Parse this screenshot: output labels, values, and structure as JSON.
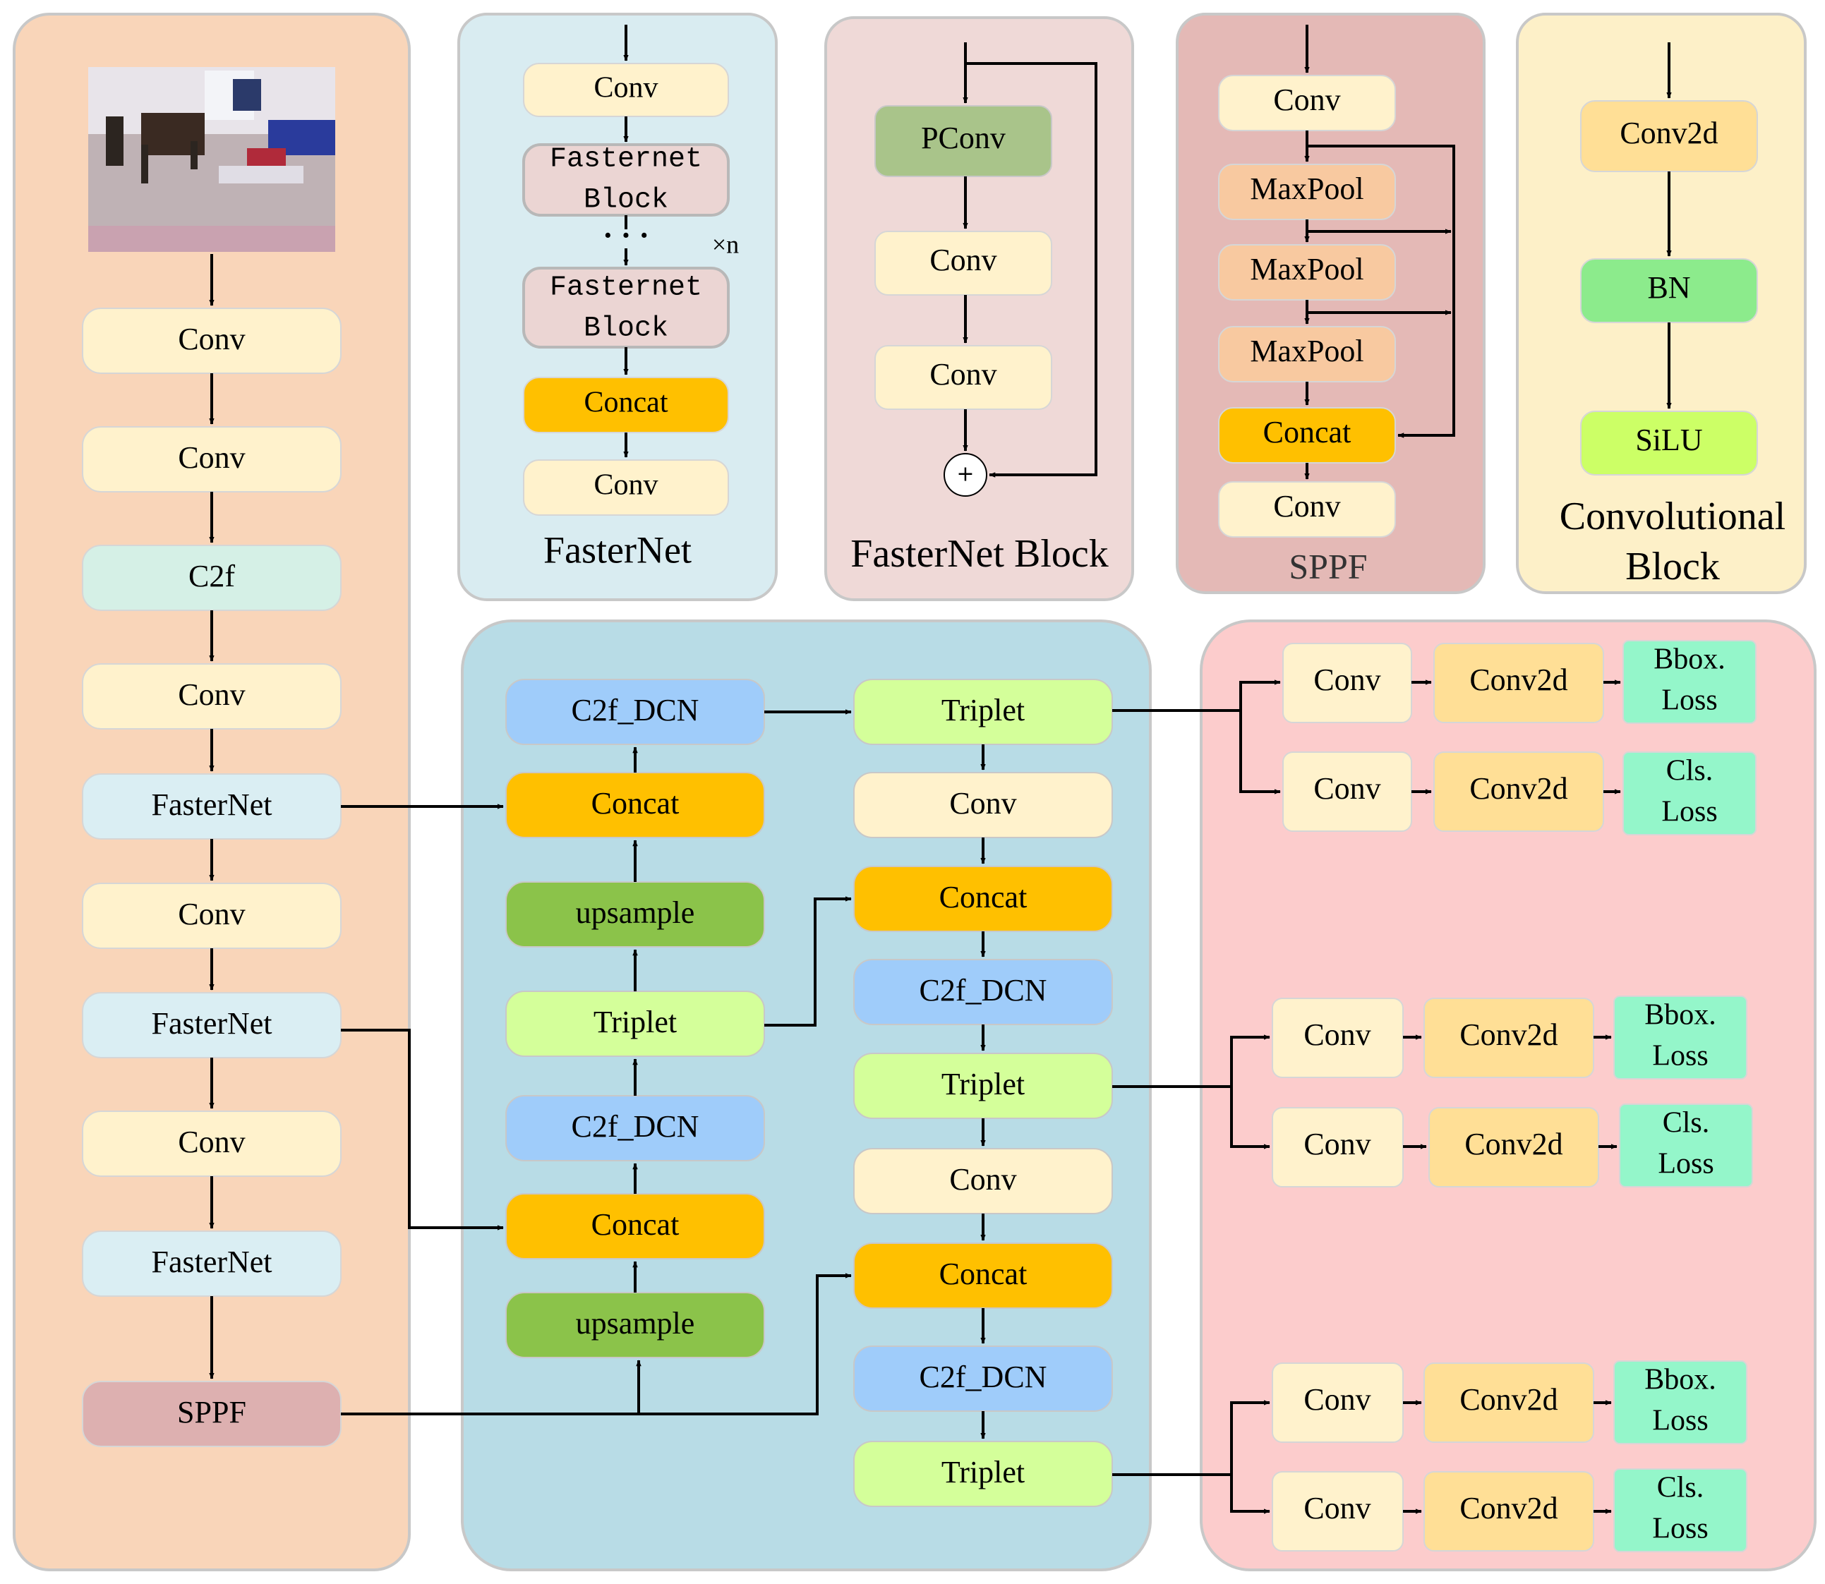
{
  "panels": {
    "backbone": {
      "title": ""
    },
    "fasternet": {
      "title": "FasterNet"
    },
    "fasternet_block": {
      "title": "FasterNet Block"
    },
    "sppf": {
      "title": "SPPF"
    },
    "conv_block": {
      "title_line1": "Convolutional",
      "title_line2": "Block"
    },
    "neck": {
      "title": ""
    },
    "head": {
      "title": ""
    }
  },
  "backbone": {
    "image_alt": "input image: indoor room with a person on the floor",
    "nodes": [
      "Conv",
      "Conv",
      "C2f",
      "Conv",
      "FasterNet",
      "Conv",
      "FasterNet",
      "Conv",
      "FasterNet",
      "SPPF"
    ]
  },
  "fasternet": {
    "conv_top": "Conv",
    "block1_line1": "Fasternet",
    "block1_line2": "Block",
    "dots": "·   ·   ·",
    "times_n": "×n",
    "block2_line1": "Fasternet",
    "block2_line2": "Block",
    "concat": "Concat",
    "conv_bottom": "Conv"
  },
  "fasternet_block": {
    "pconv": "PConv",
    "conv1": "Conv",
    "conv2": "Conv",
    "add_symbol": "+"
  },
  "sppf": {
    "conv_top": "Conv",
    "maxpool1": "MaxPool",
    "maxpool2": "MaxPool",
    "maxpool3": "MaxPool",
    "concat": "Concat",
    "conv_bottom": "Conv"
  },
  "conv_block": {
    "conv2d": "Conv2d",
    "bn": "BN",
    "silu": "SiLU"
  },
  "neck": {
    "left_column": [
      "C2f_DCN",
      "Concat",
      "upsample",
      "Triplet",
      "C2f_DCN",
      "Concat",
      "upsample"
    ],
    "right_column": [
      "Triplet",
      "Conv",
      "Concat",
      "C2f_DCN",
      "Triplet",
      "Conv",
      "Concat",
      "C2f_DCN",
      "Triplet"
    ]
  },
  "head": {
    "groups": [
      {
        "conv": "Conv",
        "conv2d": "Conv2d",
        "loss_bbox_line1": "Bbox.",
        "loss_bbox_line2": "Loss",
        "loss_cls_line1": "Cls.",
        "loss_cls_line2": "Loss"
      },
      {
        "conv": "Conv",
        "conv2d": "Conv2d",
        "loss_bbox_line1": "Bbox.",
        "loss_bbox_line2": "Loss",
        "loss_cls_line1": "Cls.",
        "loss_cls_line2": "Loss"
      },
      {
        "conv": "Conv",
        "conv2d": "Conv2d",
        "loss_bbox_line1": "Bbox.",
        "loss_bbox_line2": "Loss",
        "loss_cls_line1": "Cls.",
        "loss_cls_line2": "Loss"
      }
    ]
  },
  "colors": {
    "backbone_bg": "#F9D5B9",
    "fasternet_bg": "#D9ECF1",
    "fasternet_block_bg": "#EFD9D7",
    "sppf_bg": "#E4B9B6",
    "conv_block_bg": "#FDF0C8",
    "neck_bg": "#B8DCE6",
    "head_bg": "#FCCCCC",
    "conv": "#FFF2CC",
    "c2f": "#D5F0E6",
    "fasternet_node": "#DAEEF3",
    "sppf_node": "#DDB0B0",
    "concat": "#FFC000",
    "upsample": "#8BC34A",
    "triplet": "#D4FF9A",
    "c2f_dcn": "#9FCCFA",
    "pconv": "#A9C48A",
    "fasternet_block_node": "#EBD5D3",
    "maxpool": "#F8C9A0",
    "conv2d": "#FFDF96",
    "bn": "#8CEB8C",
    "silu": "#CCFF66",
    "loss": "#94F6CA",
    "arrow": "#000000"
  }
}
